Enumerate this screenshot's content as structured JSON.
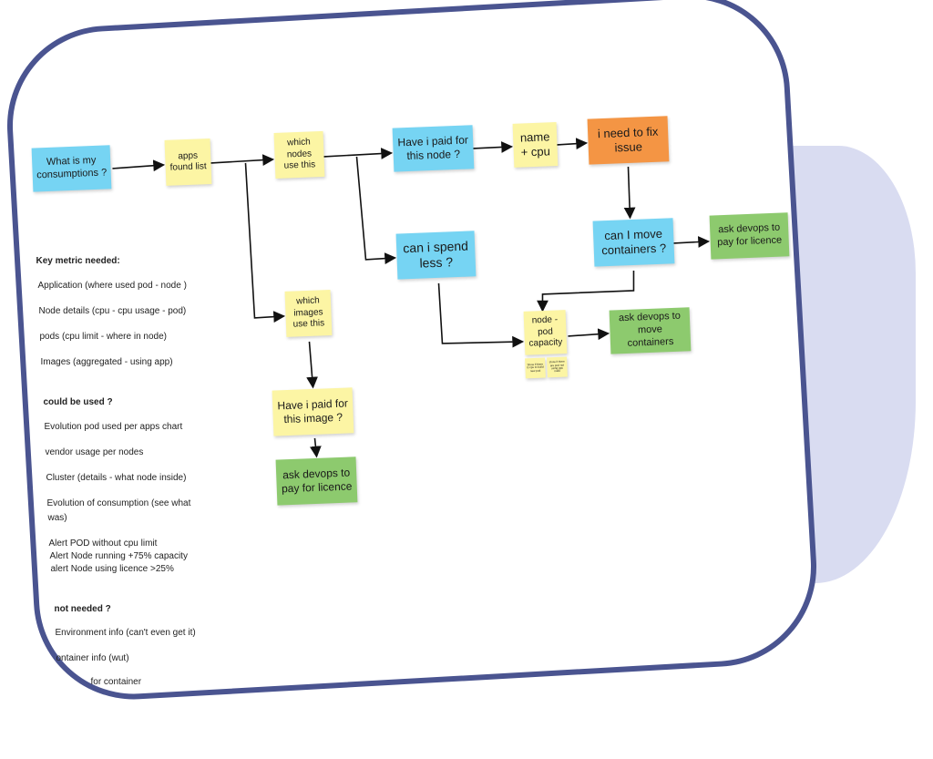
{
  "diagram": {
    "start": "What is my consumptions ?",
    "apps_found": "apps found list",
    "which_nodes": "which nodes use this",
    "paid_node": "Have i paid for this node ?",
    "name_cpu": "name + cpu",
    "fix_issue": "i need to fix issue",
    "spend_less": "can i spend less ?",
    "move_containers_q": "can I move containers ?",
    "ask_licence_1": "ask devops to pay for licence",
    "which_images": "which images use this",
    "node_pod": "node - pod capacity",
    "ask_move": "ask devops to move containers",
    "paid_image": "Have i paid for this image ?",
    "ask_licence_2": "ask devops to pay for licence",
    "small_note_1": "Show if there is cpu to build new pod",
    "small_note_2": "show if there are pod not using gpu node"
  },
  "colors": {
    "frame": "#4a5490",
    "blob": "#d9dcf1",
    "note_blue": "#76d4f3",
    "note_yellow": "#fcf5a4",
    "note_orange": "#f49544",
    "note_green": "#8dca6e"
  },
  "metrics": {
    "key_heading": "Key metric needed:",
    "key_items": [
      "Application (where used pod - node )",
      "Node details (cpu - cpu usage - pod)",
      "pods (cpu limit - where in node)",
      "Images (aggregated - using app)"
    ],
    "could_heading": "could be used ?",
    "could_items": [
      "Evolution pod used per apps chart",
      "vendor usage per nodes",
      "Cluster (details - what node inside)",
      "Evolution of consumption (see what",
      "was)",
      "Alert POD without cpu limit",
      "Alert Node running +75% capacity",
      "alert Node using licence >25%"
    ],
    "not_heading": "not needed ?",
    "not_items": [
      "Environment info (can't even get it)",
      "ontainer info (wut)",
      "for container"
    ]
  }
}
